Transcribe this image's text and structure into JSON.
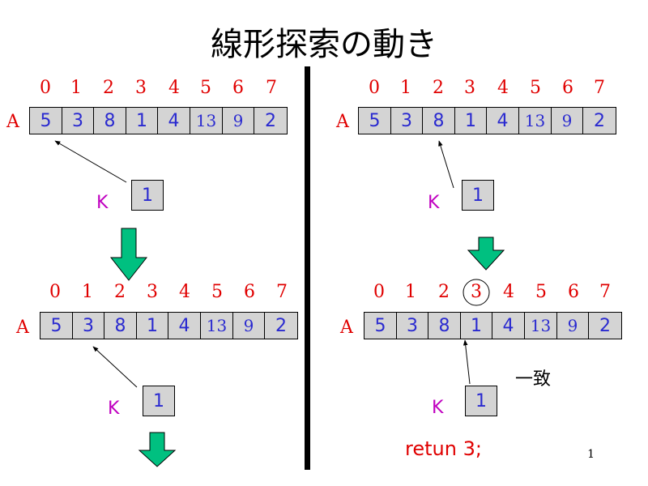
{
  "title": "線形探索の動き",
  "page_number": "1",
  "array_label": "A",
  "key_label": "K",
  "key_value": "1",
  "indices": [
    "0",
    "1",
    "2",
    "3",
    "4",
    "5",
    "6",
    "7"
  ],
  "values": [
    "5",
    "3",
    "8",
    "1",
    "4",
    "13",
    "9",
    "2"
  ],
  "match_note": "一致",
  "return_text": "retun 3;",
  "colors": {
    "index": "#e00000",
    "cell_text": "#2a2ad0",
    "cell_bg": "#d4d4d4",
    "key_label": "#c000c0",
    "arrow_fill": "#00c080"
  }
}
